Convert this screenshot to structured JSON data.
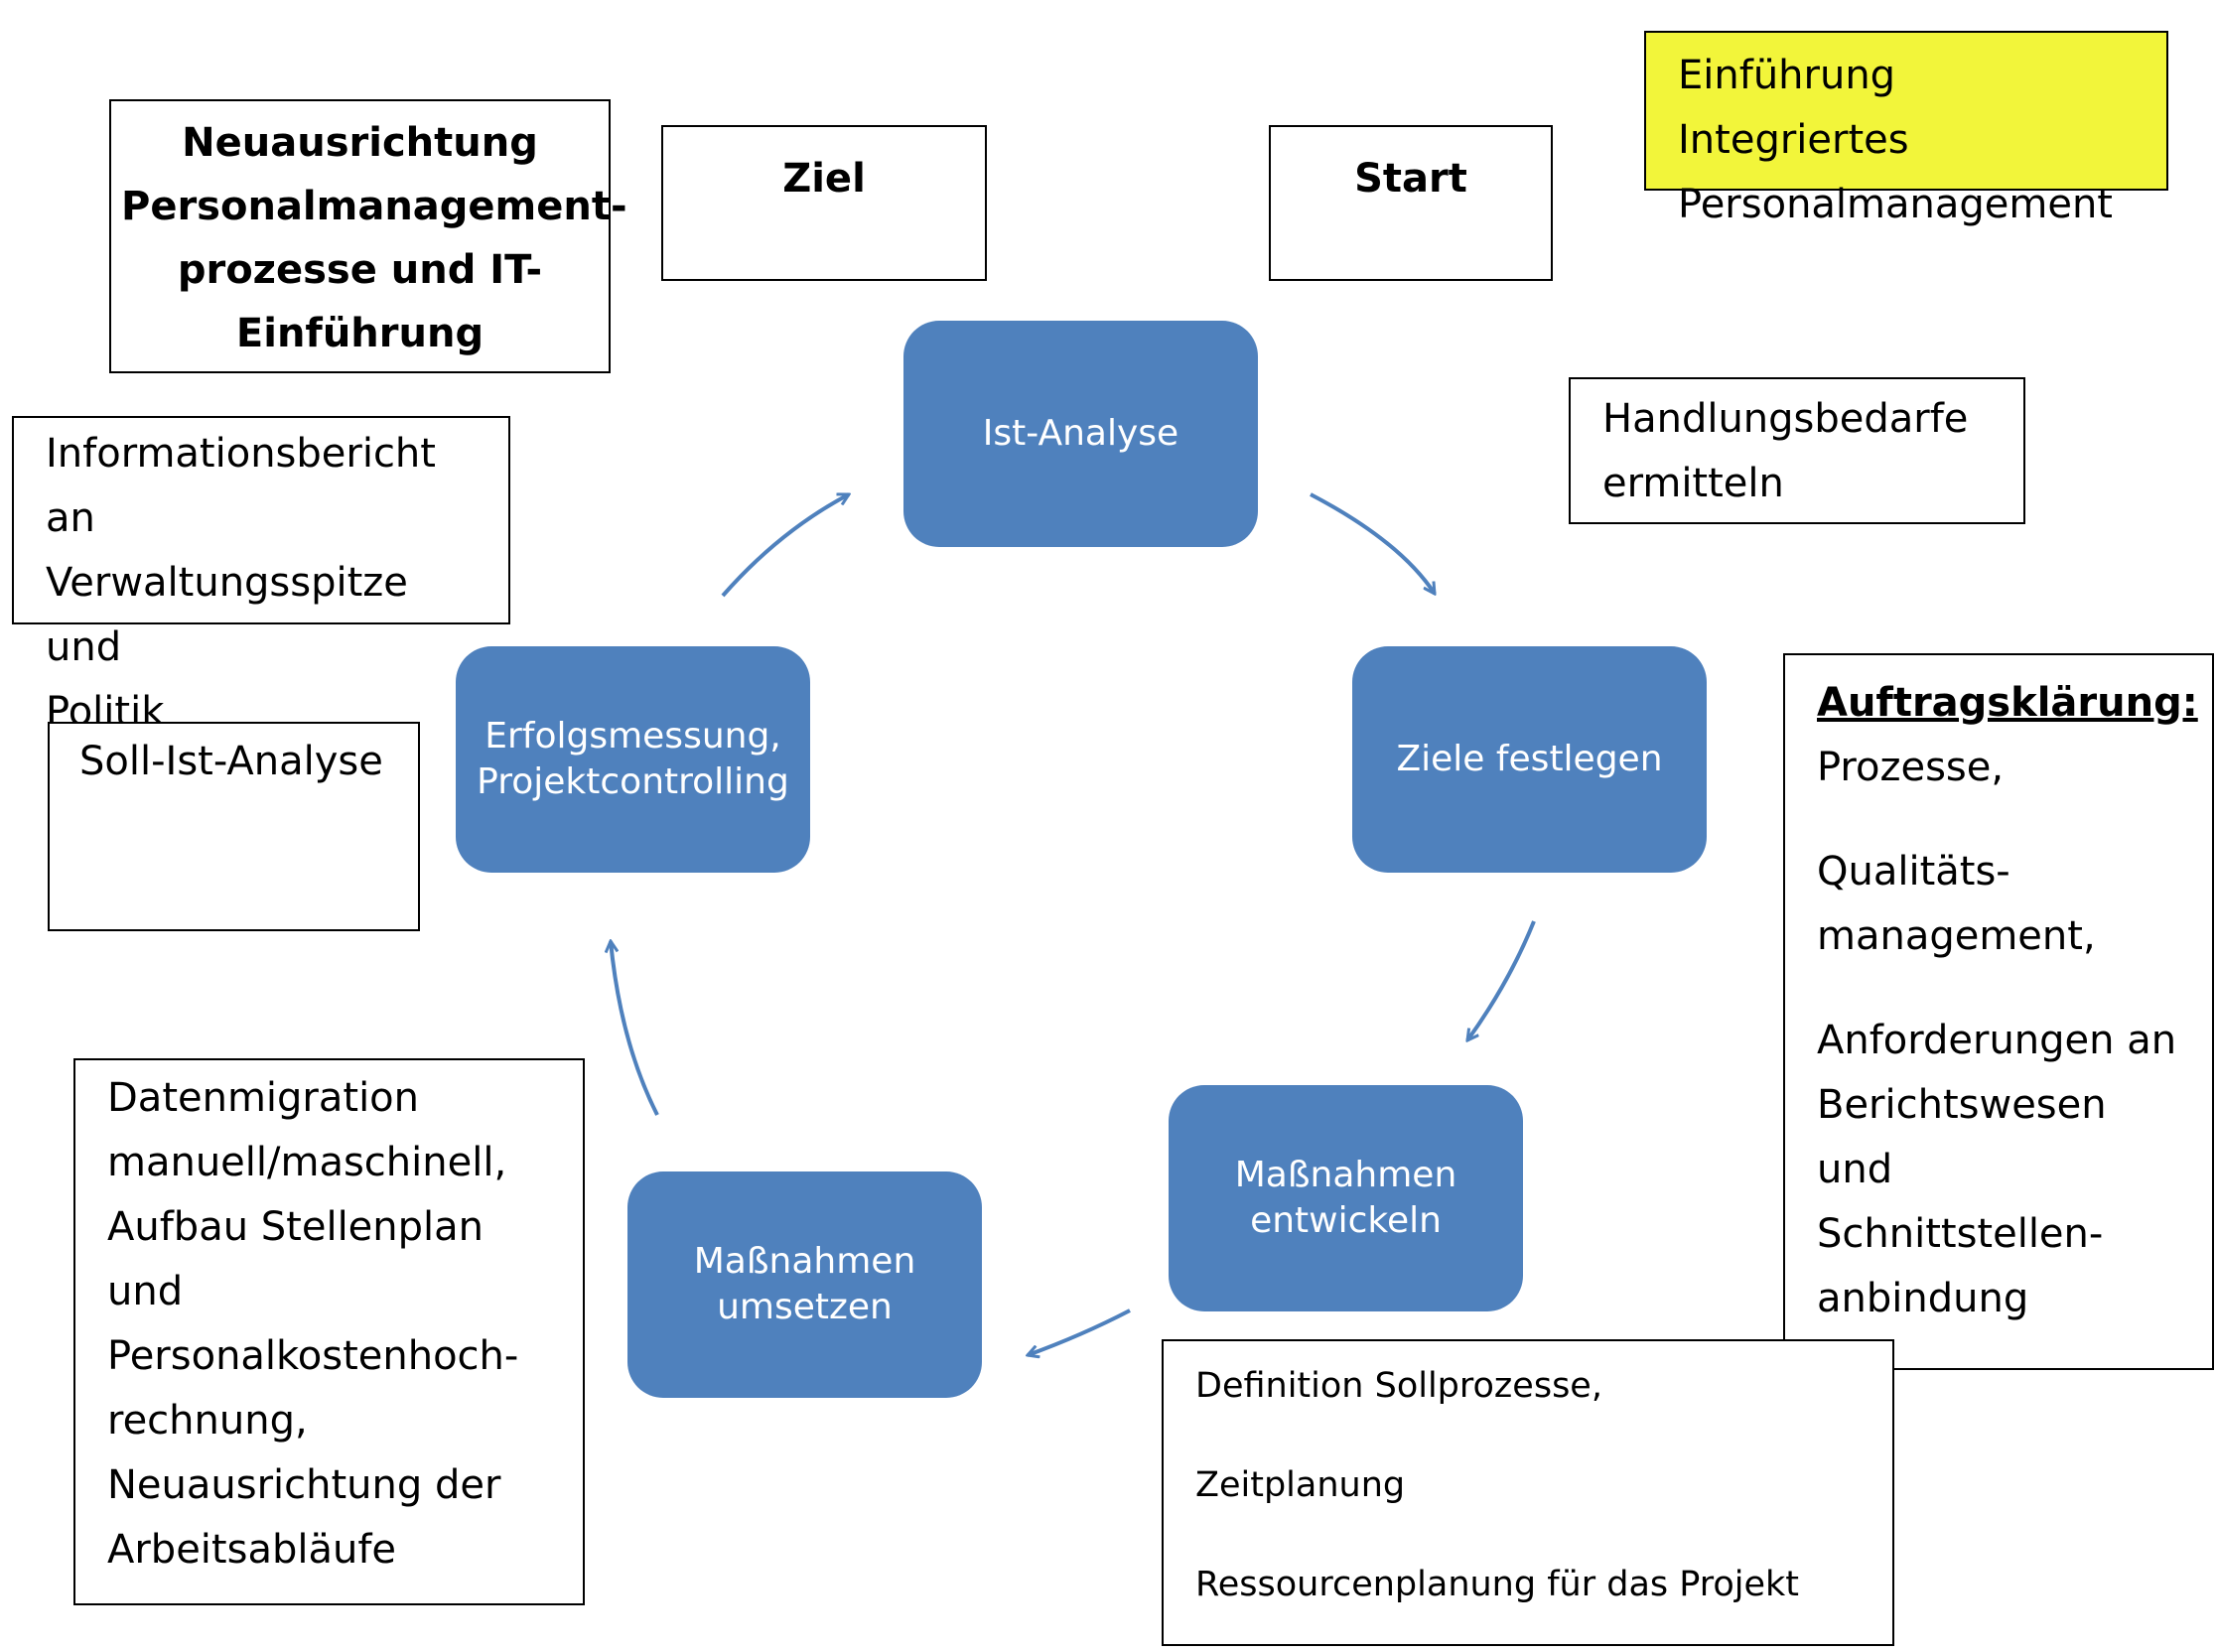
{
  "cycle_nodes": {
    "ist_analyse": "Ist-Analyse",
    "ziele_festlegen": "Ziele festlegen",
    "massnahmen_entwickeln": [
      "Maßnahmen",
      "entwickeln"
    ],
    "massnahmen_umsetzen": [
      "Maßnahmen",
      "umsetzen"
    ],
    "erfolgsmessung": [
      "Erfolgsmessung,",
      "Projektcontrolling"
    ]
  },
  "title_box": [
    "Neuausrichtung",
    "Personalmanagement-",
    "prozesse und IT-",
    "Einführung"
  ],
  "ziel_box": "Ziel",
  "start_box": "Start",
  "highlight_box": [
    "Einführung Integriertes",
    "Personalmanagement"
  ],
  "handlungsbedarfe_box": [
    "Handlungsbedarfe",
    "ermitteln"
  ],
  "informationsbericht_box": [
    "Informationsbericht an",
    "Verwaltungsspitze und",
    "Politik"
  ],
  "soll_ist_box": "Soll-Ist-Analyse",
  "auftragsklaerung_box": {
    "heading": "Auftragsklärung:",
    "items": [
      [
        "Prozesse,"
      ],
      [
        "Qualitäts-",
        "management,"
      ],
      [
        "Anforderungen an",
        "Berichtswesen und",
        "Schnittstellen-",
        "anbindung"
      ]
    ]
  },
  "datenmigration_box": [
    "Datenmigration",
    "manuell/maschinell,",
    "Aufbau Stellenplan und",
    "Personalkostenhoch-",
    "rechnung,",
    "Neuausrichtung der",
    "Arbeitsabläufe"
  ],
  "definition_box": [
    "Definition Sollprozesse,",
    "Zeitplanung",
    "Ressourcenplanung für das Projekt"
  ],
  "colors": {
    "node_fill": "#4f81bd",
    "arrow": "#4f81bd",
    "highlight": "#f2f53a"
  }
}
